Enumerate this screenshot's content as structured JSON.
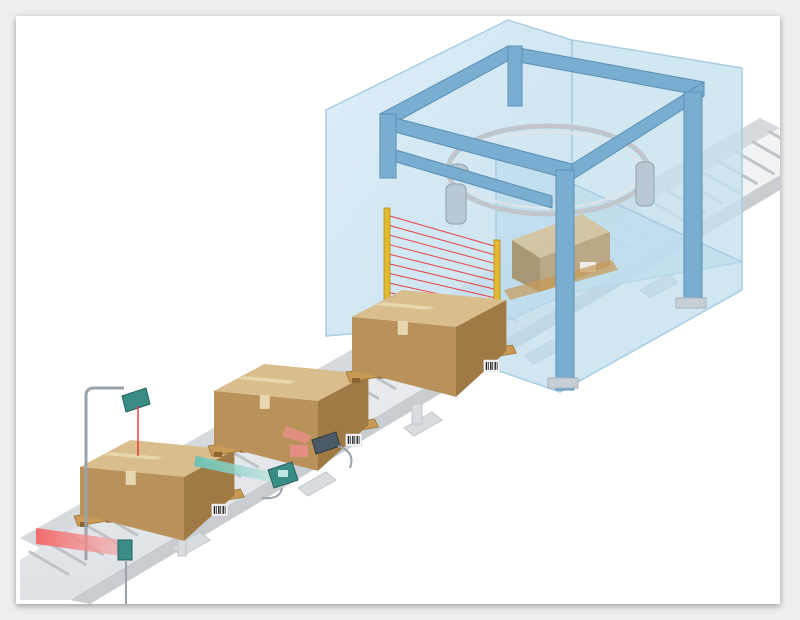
{
  "scene": {
    "boxes": [
      {
        "id": "box-1",
        "label_kind": "barcode"
      },
      {
        "id": "box-2",
        "label_kind": "barcode"
      },
      {
        "id": "box-3",
        "label_kind": "barcode"
      },
      {
        "id": "box-4",
        "label_kind": "barcode"
      }
    ],
    "colors": {
      "cardboard_top": "#d9bd8c",
      "cardboard_front": "#b8925a",
      "cardboard_side": "#a07a45",
      "tape": "#e8d6b0",
      "pallet": "#c89a55",
      "frame_blue": "#7aaed0",
      "glass": "#cfe6f3",
      "laser_red": "#e84040",
      "sensor_teal": "#3a8c86",
      "light_curtain_yellow": "#e3b930"
    },
    "icons": [
      "barcode-icon",
      "sensor-icon",
      "light-curtain-icon",
      "camera-icon"
    ]
  }
}
